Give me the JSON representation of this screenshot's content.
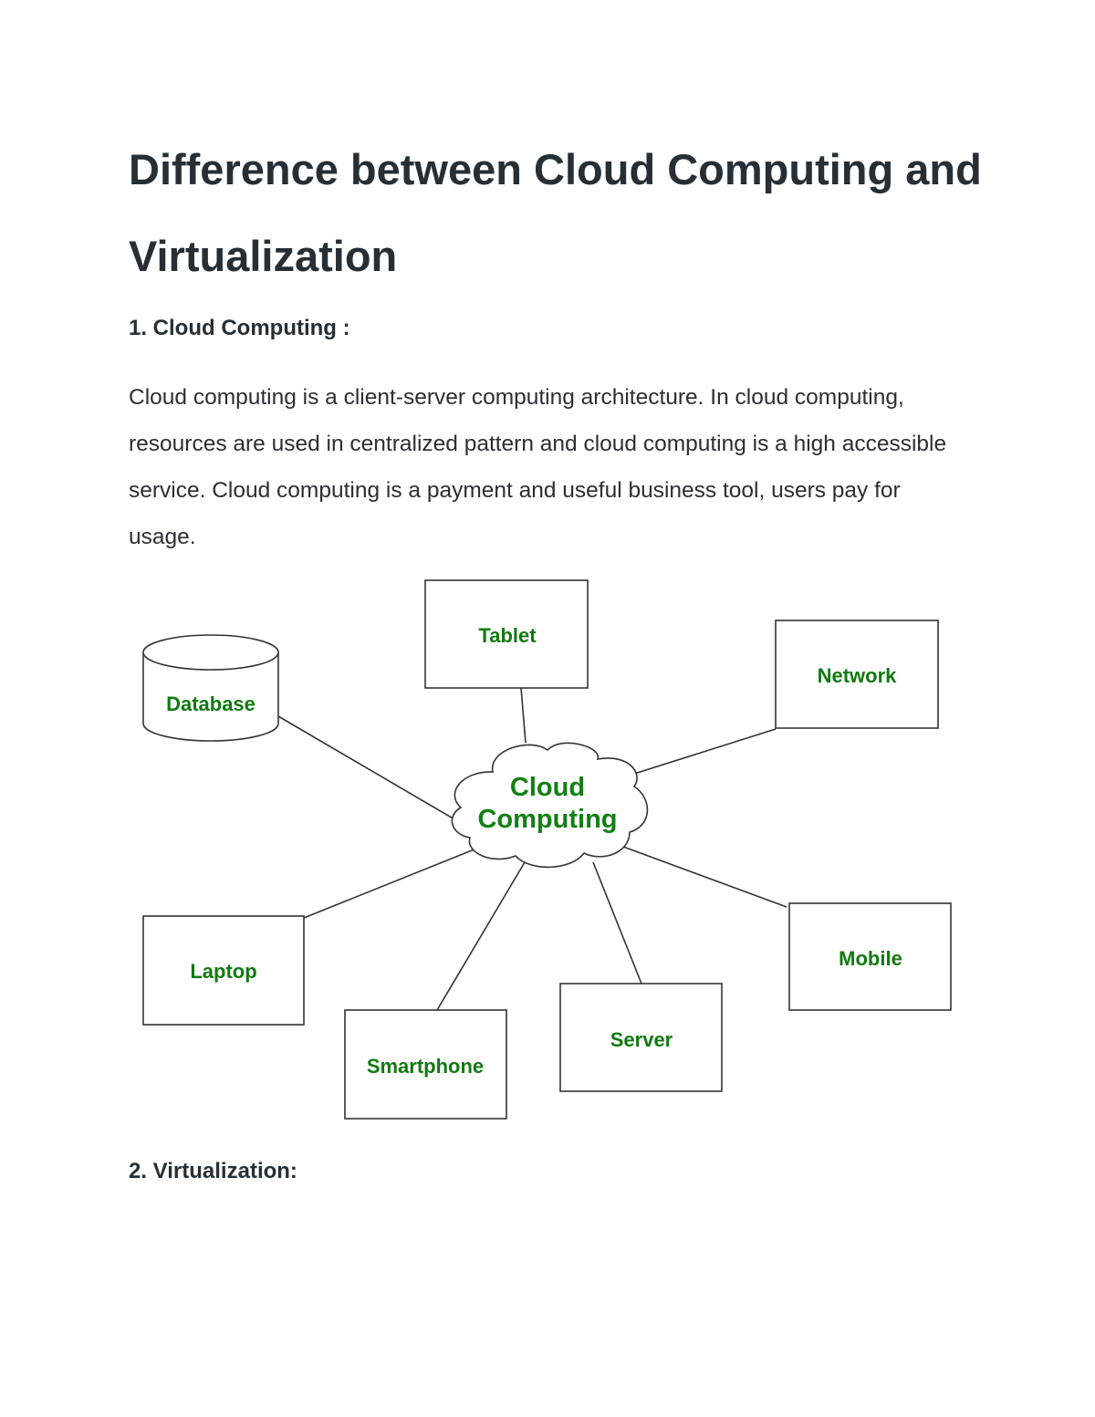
{
  "title": "Difference between Cloud Computing and Virtualization",
  "section1": {
    "heading": "1. Cloud Computing :",
    "paragraph": "Cloud computing is a client-server computing architecture. In cloud computing, resources are used in centralized pattern and cloud computing is a high accessible service. Cloud computing is a payment and useful business tool, users pay for usage."
  },
  "diagram": {
    "center_line1": "Cloud",
    "center_line2": "Computing",
    "nodes": {
      "tablet": "Tablet",
      "network": "Network",
      "database": "Database",
      "laptop": "Laptop",
      "smartphone": "Smartphone",
      "server": "Server",
      "mobile": "Mobile"
    },
    "label_color": "#107a10"
  },
  "section2": {
    "heading": "2. Virtualization:"
  }
}
